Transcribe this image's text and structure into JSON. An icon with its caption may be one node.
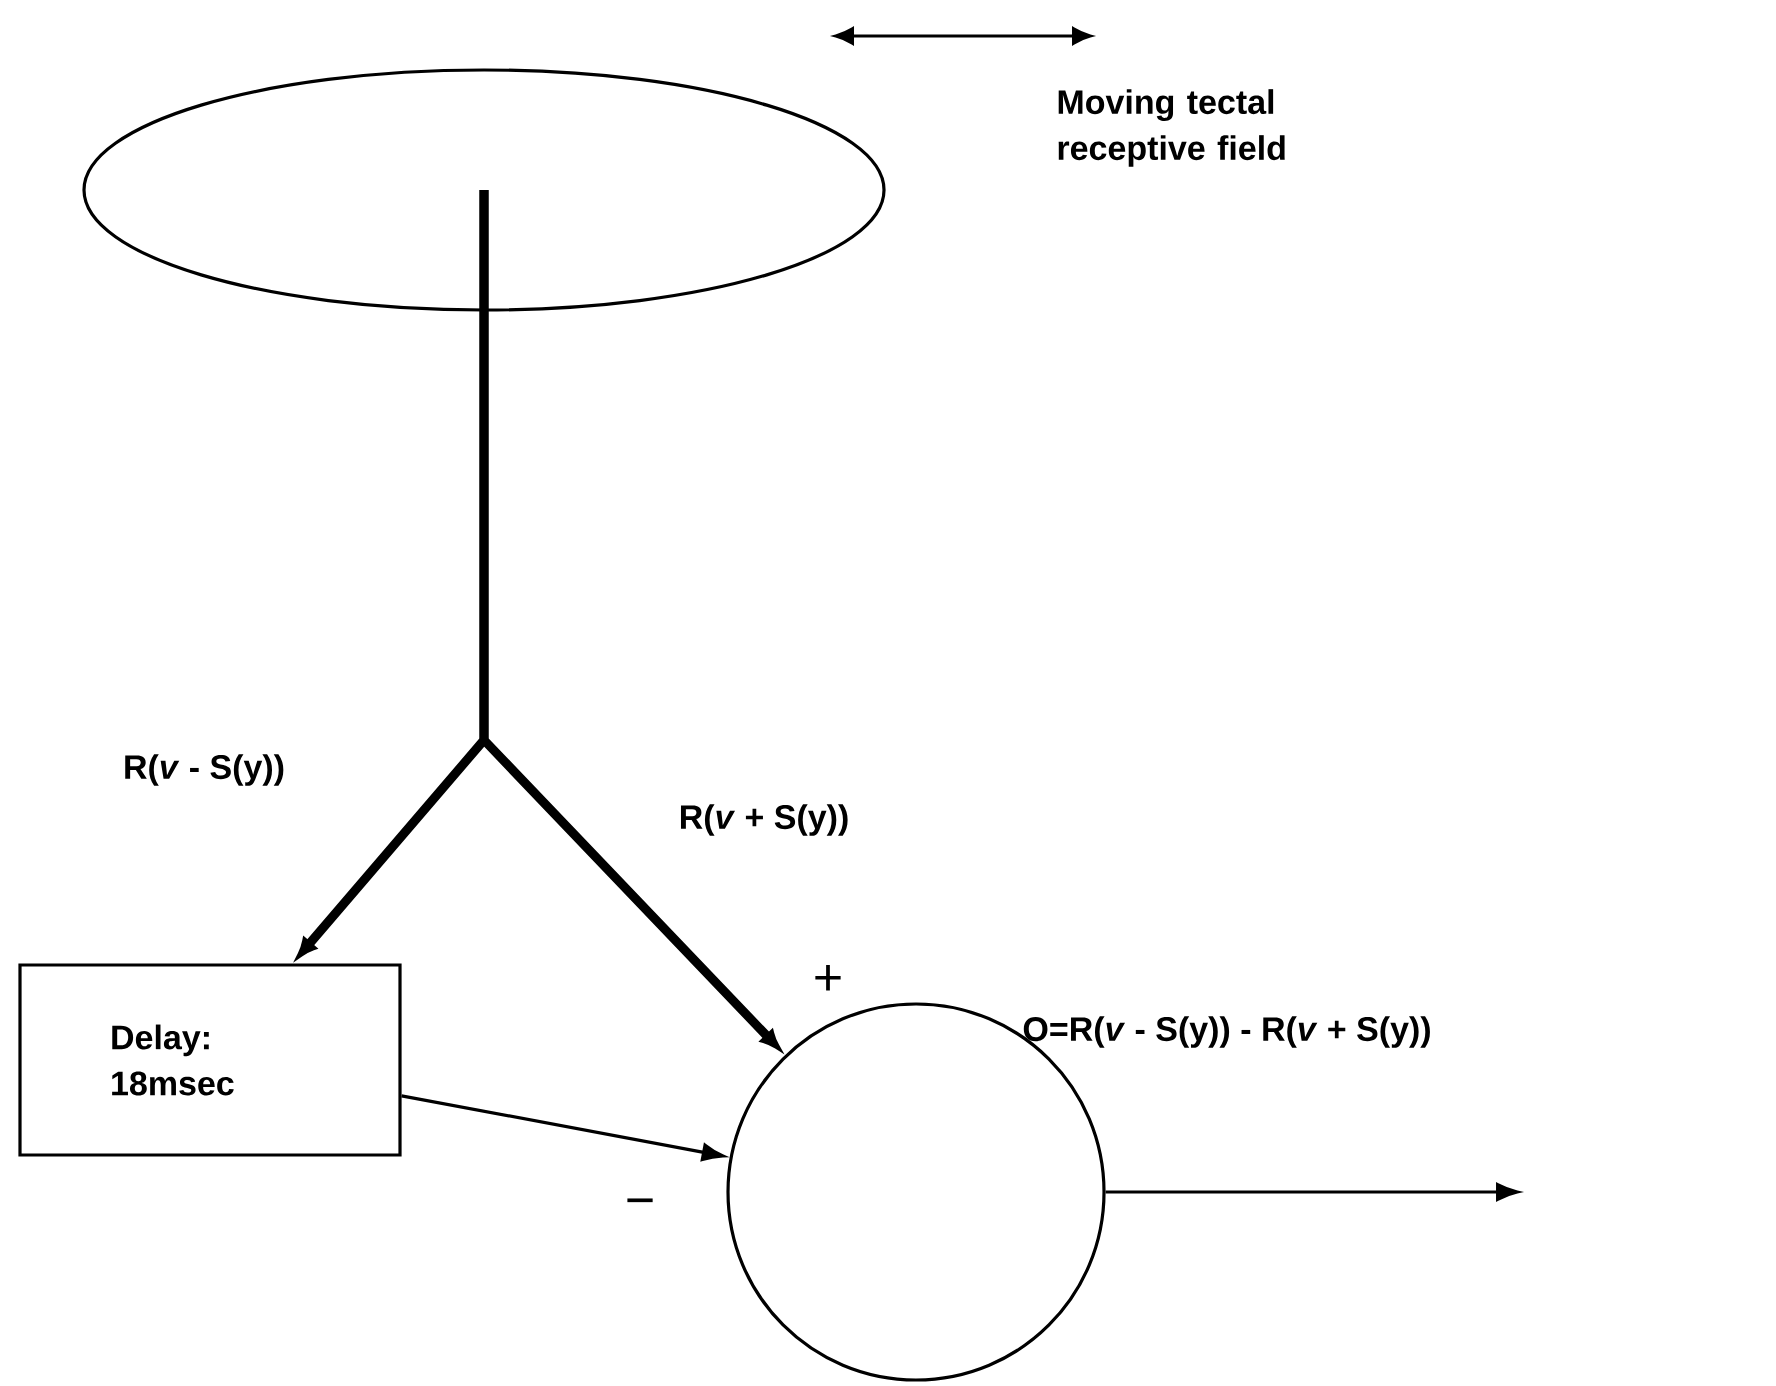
{
  "diagram": {
    "nodes": [
      {
        "text": [],
        "shape": "ellipse"
      },
      {
        "text": [
          "Delay: 18msec"
        ]
      },
      {
        "text": [],
        "shape": "circle",
        "beside": [
          "O=R(*v* - S(y)) - R(*v* + S(y))"
        ]
      }
    ],
    "edges": [
      {
        "from": 0,
        "to": 1,
        "arrow": "to",
        "style": "thick",
        "label": "R(*v* - S(y))"
      },
      {
        "from": 0,
        "to": 2,
        "arrow": "to",
        "style": "thick",
        "label": "R(*v* + S(y))"
      },
      {
        "from": 1,
        "to": 2,
        "arrow": "to"
      },
      {
        "from": 2,
        "to": null,
        "arrow": "to"
      }
    ],
    "labels": [
      "Moving tectal receptive field",
      "+",
      "−"
    ]
  }
}
